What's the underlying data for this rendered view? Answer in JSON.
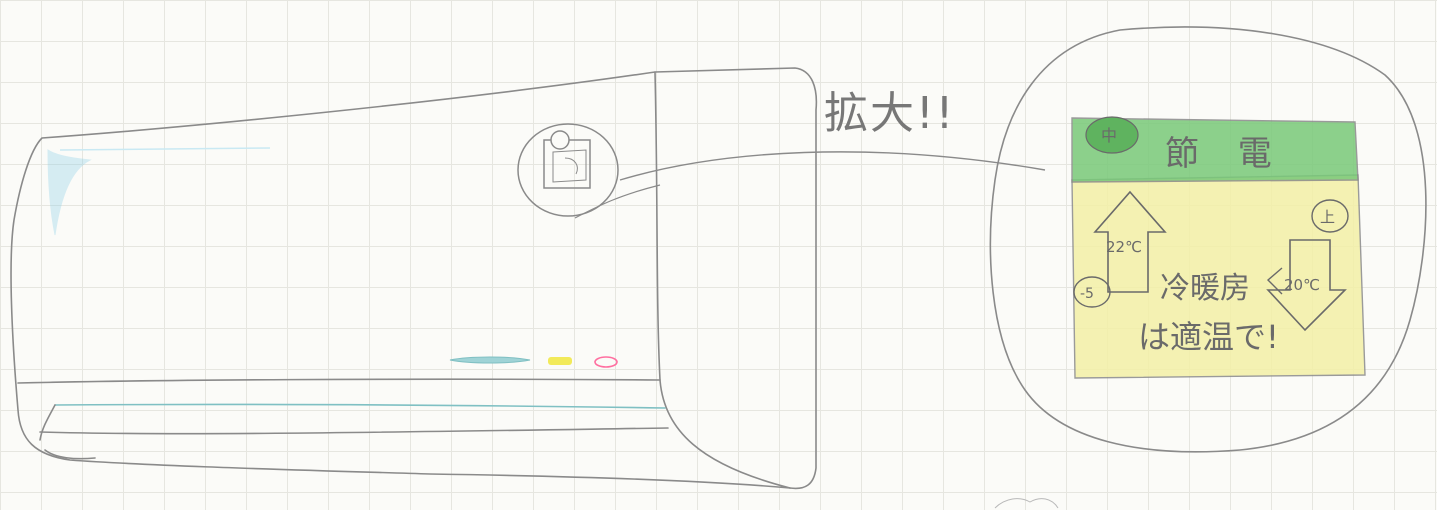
{
  "annotation": {
    "zoom_label": "拡大!!"
  },
  "panel": {
    "header_label": "節 電",
    "badge_label": "中",
    "up_value": "22℃",
    "down_value": "20℃",
    "left_badge": "-5",
    "right_badge": "上",
    "message_line1": "冷暖房",
    "message_line2": "は適温で!"
  },
  "colors": {
    "pencil": "#8a8a8a",
    "header_green": "#79c979",
    "panel_yellow": "#f3f0a6",
    "indicator_blue": "#9fd3d6",
    "indicator_yellow": "#f2ea5a",
    "indicator_pink": "#ff6fa0",
    "cyan_accent": "#8fd1e8"
  }
}
